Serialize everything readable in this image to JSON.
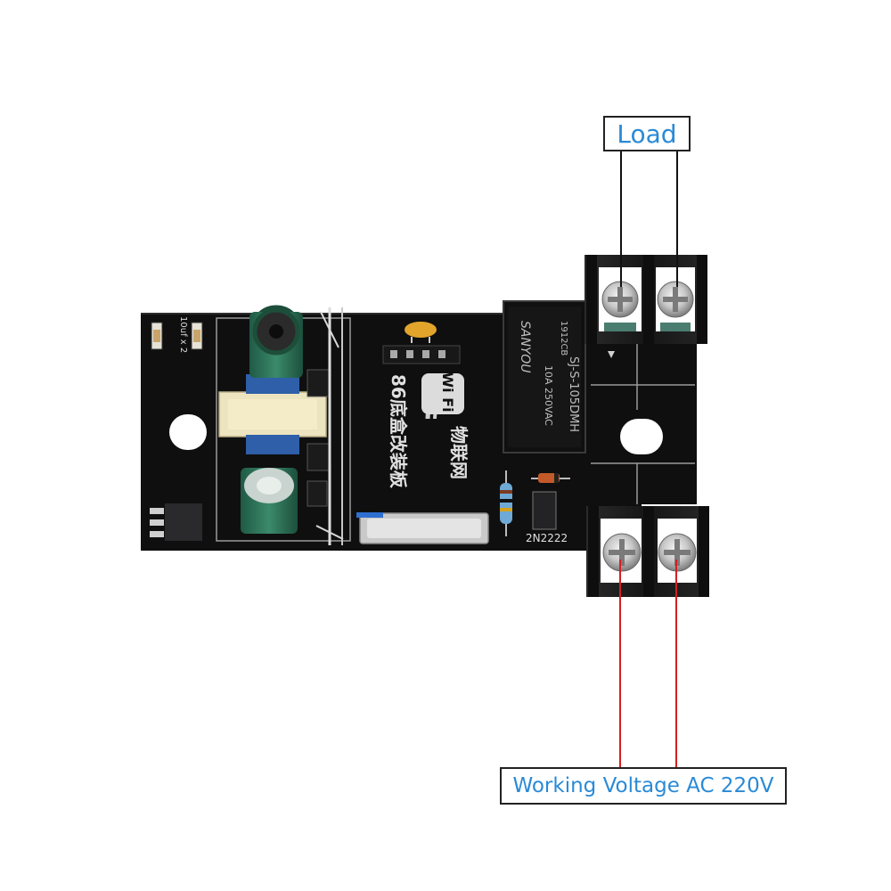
{
  "labels": {
    "load": "Load",
    "working_voltage": "Working Voltage AC 220V"
  },
  "board": {
    "cap_note": "10uf x 2",
    "wifi_logo": "Wi Fi",
    "silkscreen_cn": "86底盒改装板",
    "silkscreen_cn_2": "物联网",
    "transistor": "2N2222",
    "relay_brand": "SANYOU",
    "relay_rating": "10A 250VAC",
    "relay_model": "SJ-S-105DMH",
    "relay_date": "1912CB"
  },
  "colors": {
    "label_text": "#2a8ad6",
    "load_wire": "#111111",
    "mains_wire": "#d42020",
    "pcb": "#0f0f10",
    "terminal": "#1a1a1b"
  },
  "icons": {
    "screw": "phillips-screw-icon"
  }
}
